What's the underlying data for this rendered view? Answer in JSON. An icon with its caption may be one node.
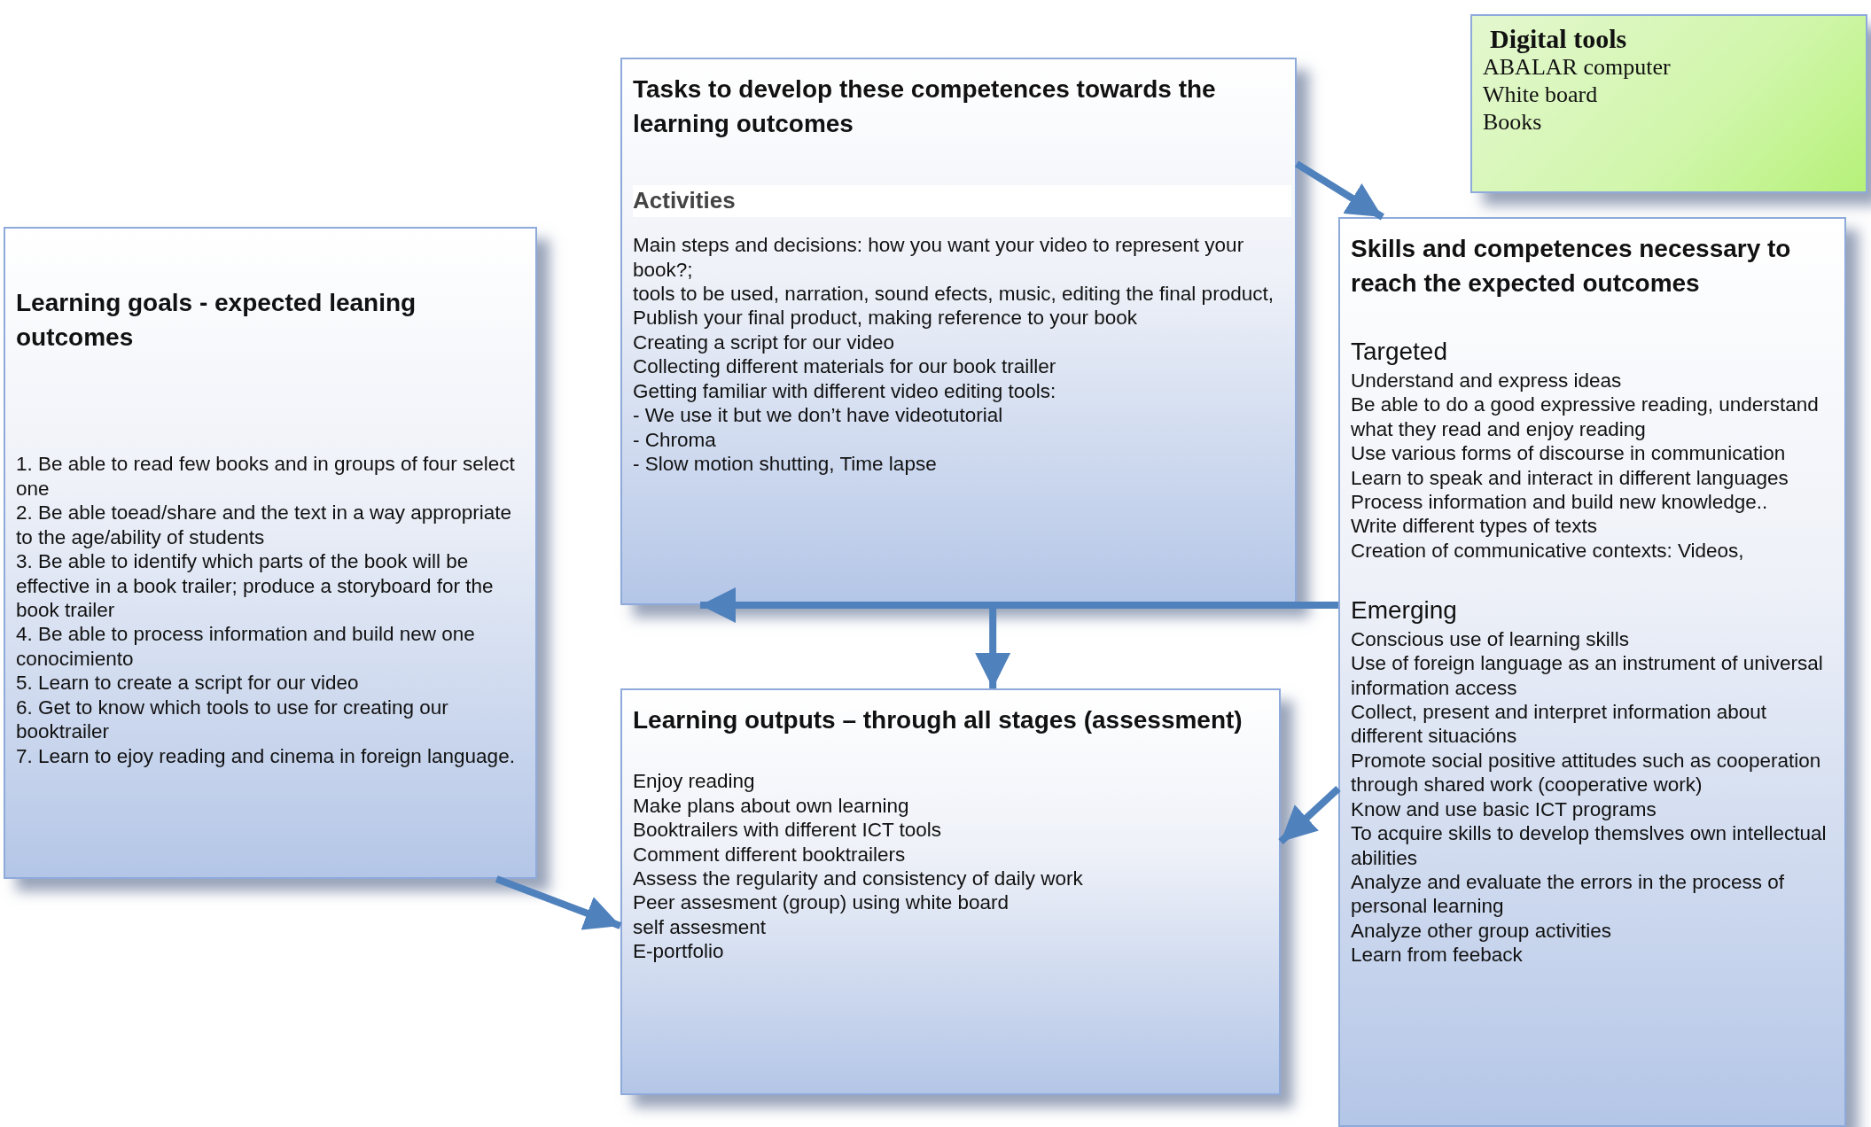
{
  "diagram": {
    "nodes": [
      {
        "text": [
          "Tasks to develop these competences towards the learning outcomes",
          "Activities",
          "Main steps and decisions: how you want your video to represent your book?;",
          "tools to be used, narration, sound efects, music, editing the final product, Publish your final product, making reference to your book",
          "Creating a script for our video",
          "Collecting different materials for our book trailler",
          "Getting familiar with different video editing tools:",
          "- We use it but we don’t have videotutorial",
          "- Chroma",
          "- Slow motion shutting, Time lapse"
        ]
      },
      {
        "text": [
          "Digital tools",
          "ABALAR computer",
          "White board",
          "Books"
        ]
      },
      {
        "text": [
          "Learning goals - expected leaning outcomes",
          "1. Be able to read few books and in groups of four select one",
          "2. Be able toead/share and  the text in a way appropriate to the age/ability of students",
          "3. Be able to identify which parts of the book will be effective in a book trailer; produce a storyboard for the book trailer",
          "4. Be able to process information and build new one conocimiento",
          "5. Learn to create a script for our video",
          "6. Get to know which tools to use for creating our booktrailer",
          "7. Learn to ejoy reading and cinema in foreign language."
        ]
      },
      {
        "text": [
          "Skills and competences necessary to reach the expected outcomes",
          "Targeted",
          "Understand and express ideas",
          "Be able to do a good expressive reading, understand what they read and enjoy reading",
          "Use various forms of discourse in communication",
          "Learn to speak and interact in different languages",
          "Process information and build new knowledge..",
          "Write different types of texts",
          "Creation of communicative contexts: Videos,",
          "Emerging",
          "Conscious use of learning skills",
          "Use of foreign language as an instrument of universal information access",
          "Collect, present and interpret information about different situacións",
          "Promote social positive attitudes such as cooperation through shared work (cooperative work)",
          "Know and use basic ICT  programs",
          "To acquire skills to develop themslves own intellectual abilities",
          "Analyze and evaluate the errors in the process of personal learning",
          "Analyze other group activities",
          "Learn from feeback"
        ]
      },
      {
        "text": [
          "Learning outputs – through all stages (assessment)",
          "Enjoy  reading",
          "Make plans about own learning",
          "Booktrailers with different ICT tools",
          "Comment different booktrailers",
          "Assess the regularity and consistency of daily work",
          "Peer assesment (group) using white board",
          "self assesment",
          "E-portfolio"
        ]
      }
    ],
    "edges": [
      {
        "from": 0,
        "to": 3,
        "arrow": "to"
      },
      {
        "from": 3,
        "to": 0,
        "arrow": "to"
      },
      {
        "from": 3,
        "to": 4,
        "arrow": "to"
      },
      {
        "from": 3,
        "to": 4,
        "arrow": "to"
      },
      {
        "from": 2,
        "to": 4,
        "arrow": "to"
      }
    ]
  }
}
